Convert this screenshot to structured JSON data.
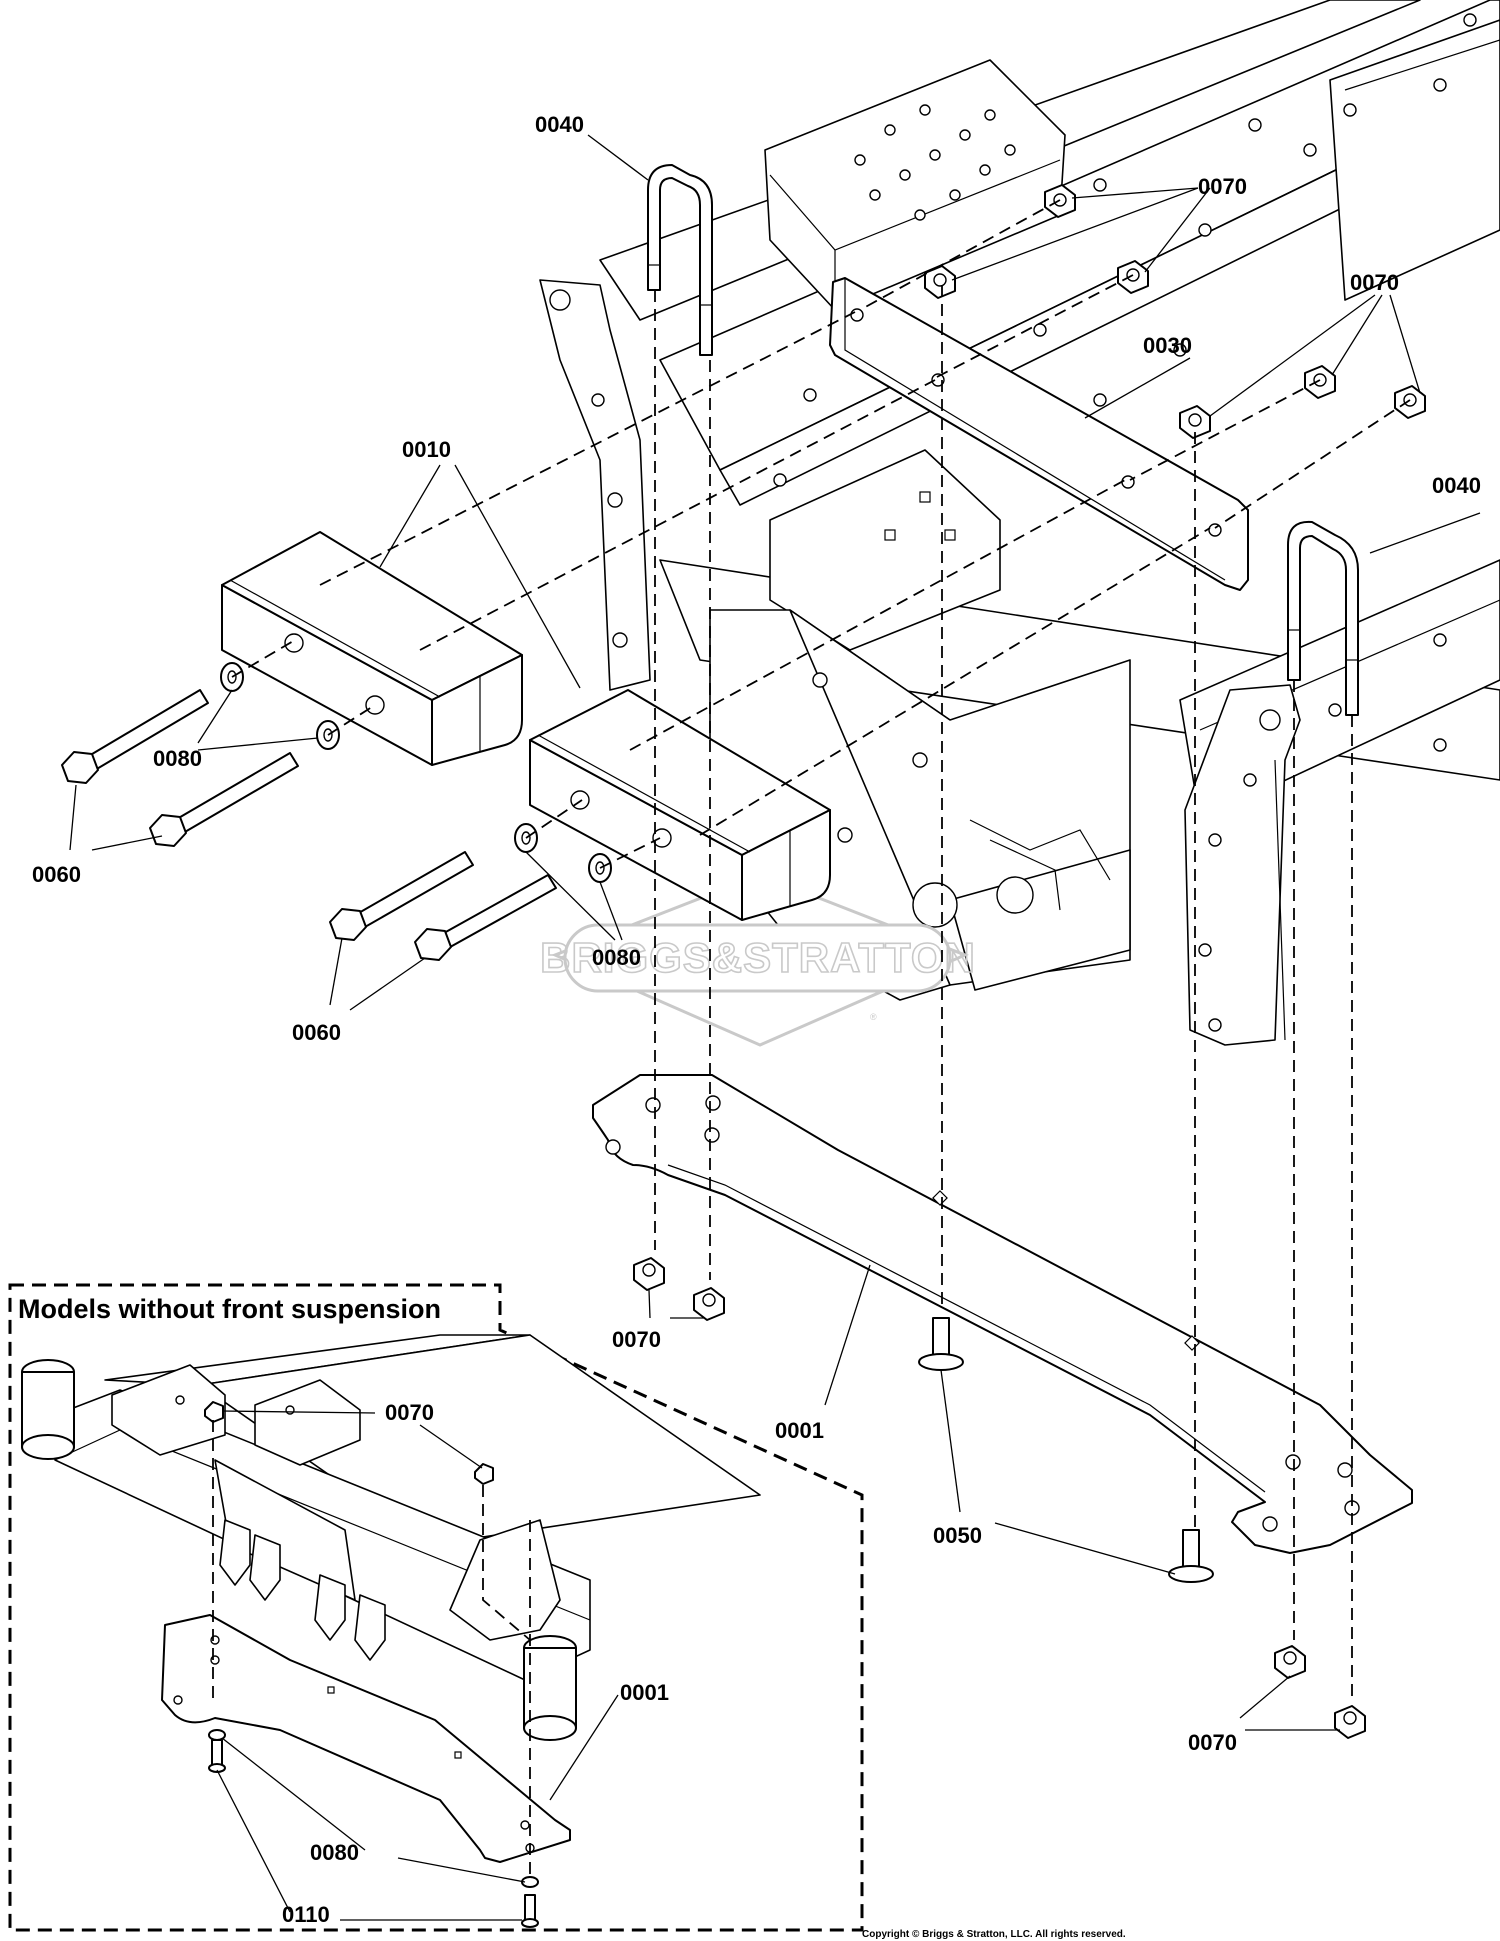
{
  "diagram": {
    "callouts": {
      "c0040_top": "0040",
      "c0070_top": "0070",
      "c0070_right": "0070",
      "c0030": "0030",
      "c0010": "0010",
      "c0040_right": "0040",
      "c0080_a": "0080",
      "c0060_a": "0060",
      "c0080_b": "0080",
      "c0060_b": "0060",
      "c0070_low": "0070",
      "c0001": "0001",
      "c0050": "0050",
      "c0070_bottom": "0070"
    },
    "inset": {
      "title": "Models without front suspension",
      "callouts": {
        "c0070": "0070",
        "c0001": "0001",
        "c0080": "0080",
        "c0110": "0110"
      }
    },
    "watermark": {
      "text": "BRIGGS&STRATTON",
      "mark": "®"
    },
    "copyright": "Copyright © Briggs & Stratton, LLC. All rights reserved."
  }
}
